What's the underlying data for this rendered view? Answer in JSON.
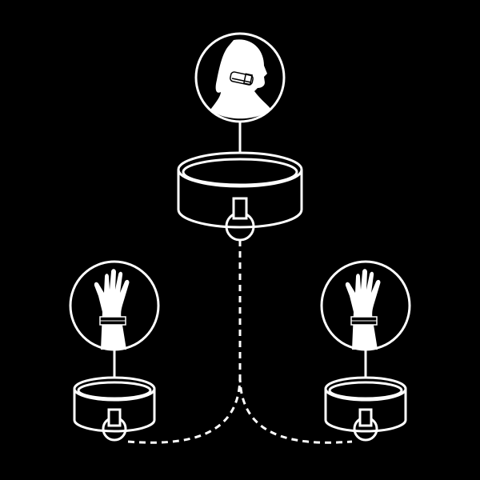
{
  "colors": {
    "background": "#000000",
    "line": "#ffffff"
  },
  "nodes": [
    {
      "id": "neck",
      "icon": "woman-with-collar-icon"
    },
    {
      "id": "left-wrist",
      "icon": "hand-with-cuff-icon"
    },
    {
      "id": "right-wrist",
      "icon": "hand-with-cuff-icon"
    }
  ]
}
